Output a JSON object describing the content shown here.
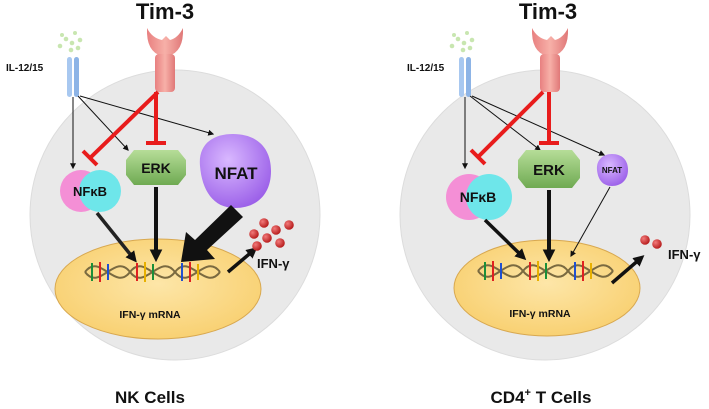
{
  "left_panel": {
    "receptor_title": "Tim-3",
    "cytokine_label": "IL-12/15",
    "nfkb_label": "NFκB",
    "erk_label": "ERK",
    "nfat_label": "NFAT",
    "ifn_label": "IFN-γ",
    "mrna_label": "IFN-γ mRNA",
    "cell_label": "NK Cells"
  },
  "right_panel": {
    "receptor_title": "Tim-3",
    "cytokine_label": "IL-12/15",
    "nfkb_label": "NFκB",
    "erk_label": "ERK",
    "nfat_label": "NFAT",
    "ifn_label": "IFN-γ",
    "mrna_label": "IFN-γ mRNA",
    "cell_label_main": "CD4",
    "cell_label_sup": "+",
    "cell_label_rest": " T Cells"
  },
  "colors": {
    "cell_bg": "#e8e8e8",
    "nucleus": "#fbd98a",
    "tim3_receptor": "#f59a9a",
    "inhibition": "#e81c1c",
    "erk": "#94c47a",
    "nfat": "#b07cf0",
    "nfkb_pink": "#f48fd6",
    "nfkb_cyan": "#6ee6ea",
    "il_receptor": "#a8c8f0",
    "cytokine_dots": "#c8e6b0",
    "ifn_dots": "#d43a3a"
  }
}
